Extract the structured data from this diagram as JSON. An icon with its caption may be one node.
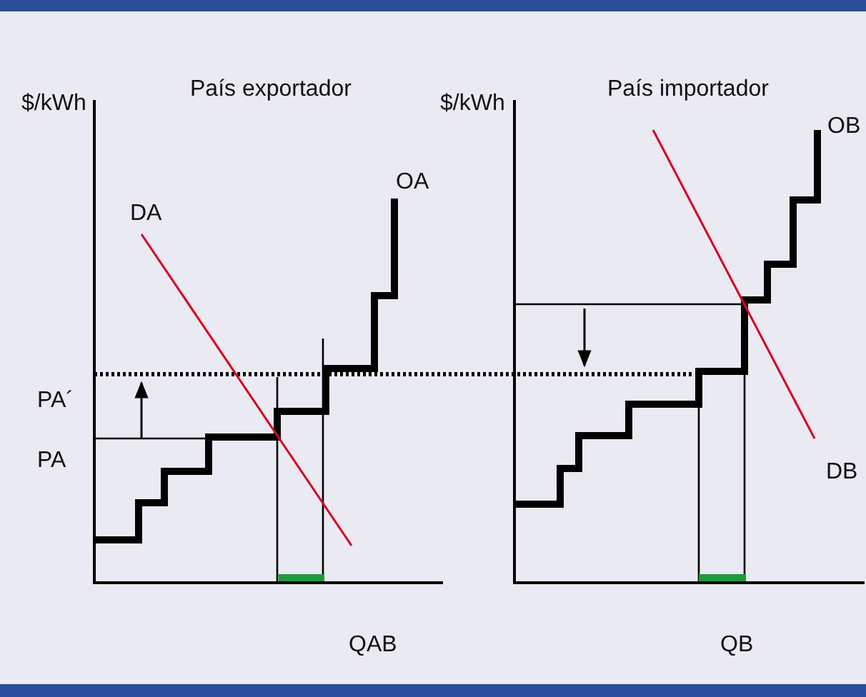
{
  "diagram": {
    "labels": [
      "$/kWh",
      "País exportador",
      "$/kWh",
      "País importador",
      "OB",
      "OA",
      "DA",
      "PA´",
      "PA",
      "DB",
      "QAB",
      "QB"
    ]
  }
}
